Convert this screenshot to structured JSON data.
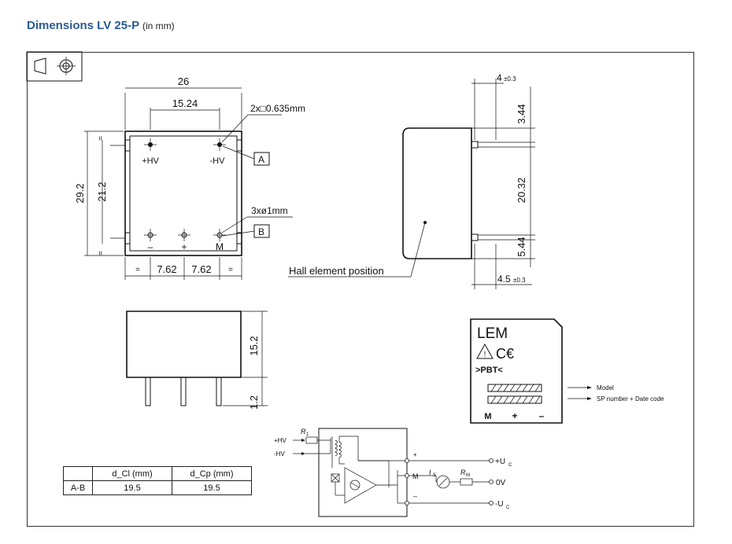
{
  "title": {
    "main": "Dimensions LV 25-P",
    "unit": "(in mm)"
  },
  "top_view": {
    "width": "26",
    "pin_spacing": "15.24",
    "pin_spec_a": "2x□0.635mm",
    "pin_spec_b": "3xø1mm",
    "label_a": "A",
    "label_b": "B",
    "pin_hv_plus": "+HV",
    "pin_hv_minus": "-HV",
    "height_outer": "29.2",
    "height_inner": "21.2",
    "bottom_spacing_1": "7.62",
    "bottom_spacing_2": "7.62",
    "eq": "=",
    "pin_minus": "–",
    "pin_plus": "+",
    "pin_m": "M"
  },
  "side_view": {
    "dim_top": "4",
    "dim_top_tol": "±0.3",
    "dim_344": "3.44",
    "dim_2032": "20.32",
    "dim_544": "5.44",
    "dim_bottom": "4.5",
    "dim_bottom_tol": "±0.3",
    "hall_label": "Hall element position"
  },
  "front_view": {
    "height": "15.2",
    "pin_len": "1.2"
  },
  "label_view": {
    "brand": "LEM",
    "material": ">PBT<",
    "m": "M",
    "plus": "+",
    "minus": "–",
    "model": "Model",
    "sp": "SP number + Date code"
  },
  "circuit": {
    "hv_plus": "+HV",
    "hv_minus": "-HV",
    "r1": "R",
    "r1_sub": "1",
    "plus": "+",
    "m": "M",
    "minus": "–",
    "is": "I",
    "is_sub": "S",
    "rm": "R",
    "rm_sub": "M",
    "uc_plus": "+U",
    "uc_sub": "C",
    "zero": "0V",
    "uc_minus": "-U",
    "uc_minus_sub": "C"
  },
  "clearance_table": {
    "headers": [
      "",
      "d_Cl (mm)",
      "d_Cp (mm)"
    ],
    "rows": [
      [
        "A-B",
        "19.5",
        "19.5"
      ]
    ]
  }
}
